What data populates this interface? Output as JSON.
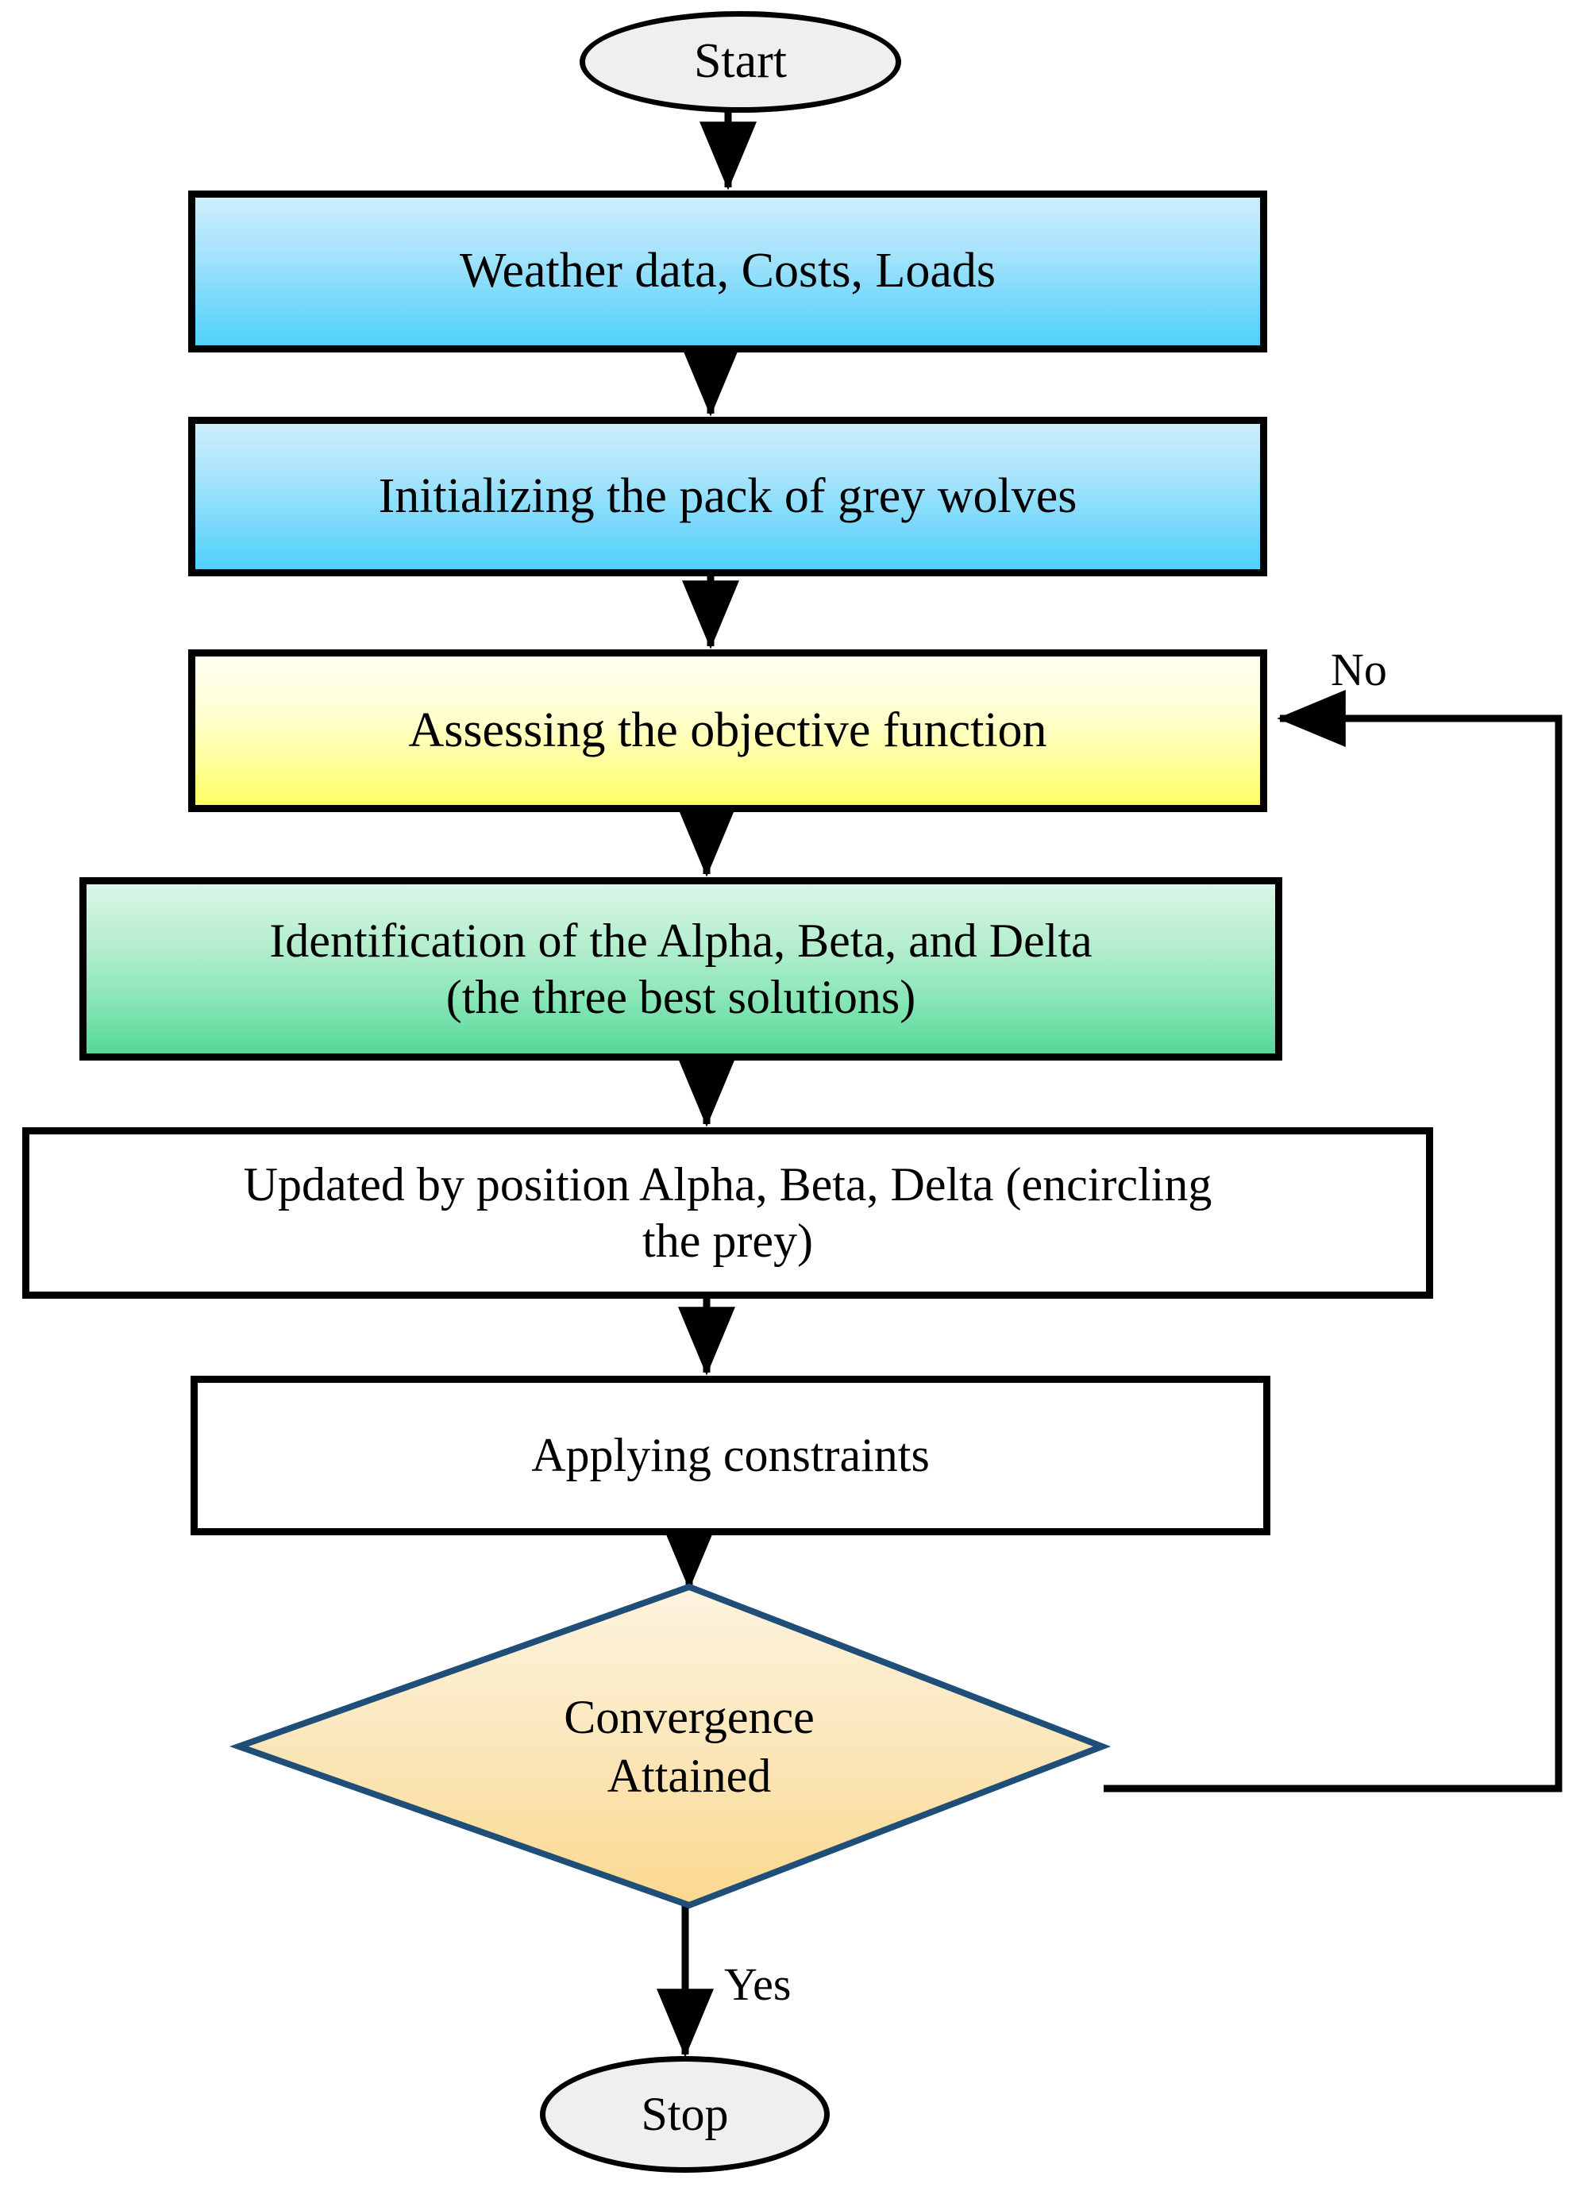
{
  "diagram": {
    "title": "Grey Wolf Optimizer Flowchart",
    "type": "flowchart",
    "background": "#ffffff"
  },
  "palette": {
    "stroke_black": "#000000",
    "stroke_navy": "#1F4E79",
    "terminator_fill": "#efefef",
    "blue_top": "#cdeefd",
    "blue_bottom": "#4fd1f9",
    "yellow_top": "#fffff2",
    "yellow_bottom": "#ffff63",
    "green_top": "#d9f6e6",
    "green_bottom": "#56d89a",
    "diamond_top": "#fdf0d5",
    "diamond_bottom": "#fbd89a",
    "white_fill": "#ffffff"
  },
  "nodes": {
    "start": {
      "label": "Start",
      "shape": "ellipse",
      "fill": "#efefef"
    },
    "inputs": {
      "label": "Weather data, Costs, Loads",
      "shape": "rectangle",
      "fill": "blue-gradient"
    },
    "initialize": {
      "label": "Initializing the pack of grey wolves",
      "shape": "rectangle",
      "fill": "blue-gradient"
    },
    "assess": {
      "label": "Assessing the objective function",
      "shape": "rectangle",
      "fill": "yellow-gradient"
    },
    "identify": {
      "line1": "Identification of the Alpha, Beta, and Delta",
      "line2": "(the three best solutions)",
      "shape": "rectangle",
      "fill": "green-gradient"
    },
    "update": {
      "line1": "Updated by position Alpha, Beta, Delta (encircling",
      "line2": "the prey)",
      "shape": "rectangle",
      "fill": "#ffffff"
    },
    "constraints": {
      "label": "Applying constraints",
      "shape": "rectangle",
      "fill": "#ffffff"
    },
    "decision": {
      "line1": "Convergence",
      "line2": "Attained",
      "shape": "diamond",
      "fill": "peach-gradient",
      "border": "#1F4E79"
    },
    "stop": {
      "label": "Stop",
      "shape": "ellipse",
      "fill": "#efefef"
    }
  },
  "edges": {
    "no_label": "No",
    "yes_label": "Yes"
  }
}
